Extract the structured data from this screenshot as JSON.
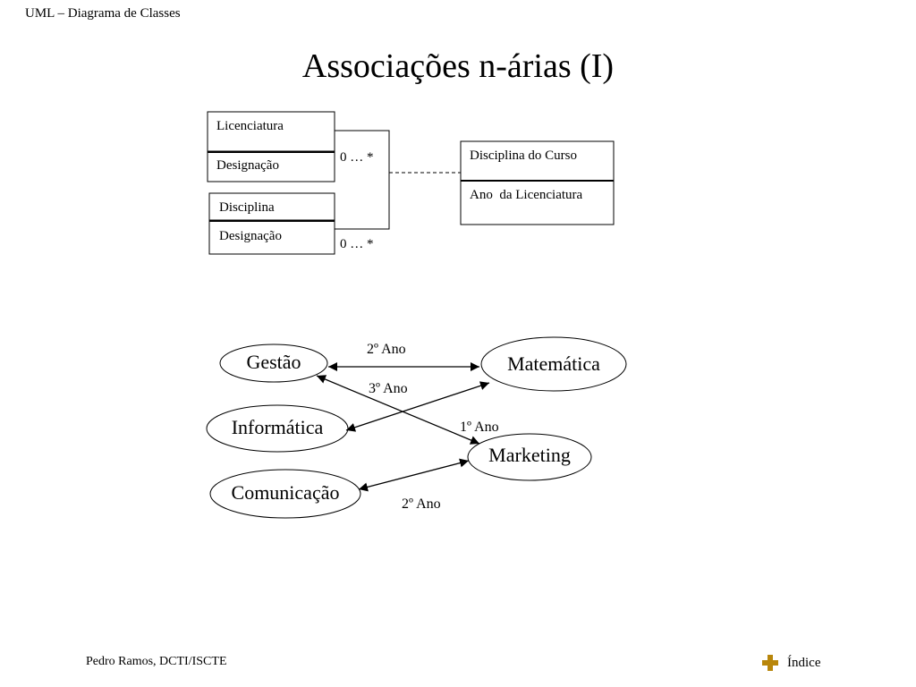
{
  "header": "UML – Diagrama de Classes",
  "title": "Associações n-árias (I)",
  "class_diagram": {
    "classes": [
      {
        "name": "Licenciatura",
        "attribute": "Designação"
      },
      {
        "name": "Disciplina",
        "attribute": "Designação"
      },
      {
        "name": "Disciplina do Curso",
        "attribute": "Ano  da Licenciatura"
      }
    ],
    "multiplicities": [
      "0 … *",
      "0 … *"
    ]
  },
  "instance_diagram": {
    "nodes": [
      "Gestão",
      "Matemática",
      "Informática",
      "Marketing",
      "Comunicação"
    ],
    "links": [
      {
        "from": "Gestão",
        "to": "Matemática",
        "label": "2º Ano"
      },
      {
        "from": "Informática",
        "to": "Matemática",
        "label": "3º Ano"
      },
      {
        "from": "Gestão",
        "to": "Marketing",
        "label": "1º Ano"
      },
      {
        "from": "Comunicação",
        "to": "Marketing",
        "label": "2º Ano"
      }
    ]
  },
  "footer": {
    "author": "Pedro Ramos, DCTI/ISCTE",
    "index_label": "Índice",
    "index_icon": "diamond-bullet-icon",
    "index_icon_color": "#b8860b"
  }
}
